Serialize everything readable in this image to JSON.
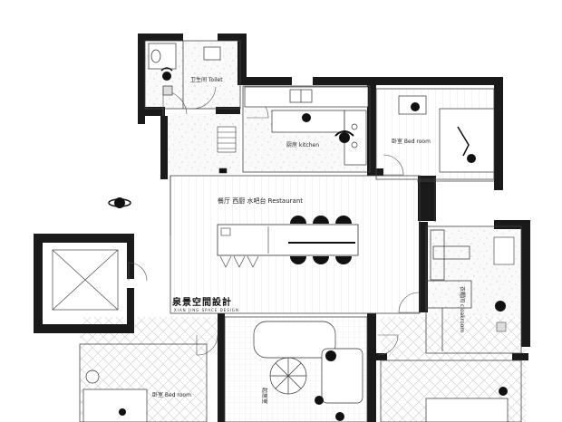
{
  "rooms": {
    "toilet": "卫生间 Toilet",
    "kitchen": "厨房 kitchen",
    "bedroom_right": "卧室 Bed room",
    "restaurant": "餐厅 西厨 水吧台 Restaurant",
    "bedroom_left": "卧室 Bed room",
    "cloakroom": "衣帽间 cloakroom",
    "living_room": "起居室"
  },
  "logo": {
    "name": "泉景空間設計",
    "subtitle": "XIAN JING SPACE DESIGN"
  },
  "colors": {
    "wall": "#1a1a1a",
    "floor_tile": "#f4f4f4",
    "wood_floor": "#ffffff",
    "line": "#444444",
    "background": "#ffffff"
  }
}
